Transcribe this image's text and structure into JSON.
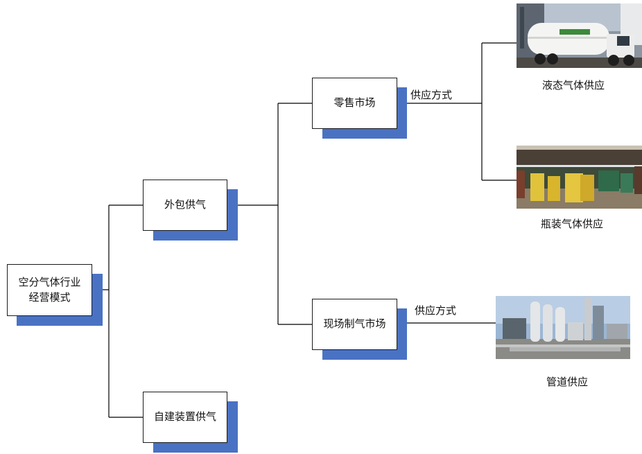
{
  "root": {
    "line1": "空分气体行业",
    "line2": "经营模式"
  },
  "level1": {
    "outsourced": "外包供气",
    "self_built": "自建装置供气"
  },
  "level2": {
    "retail": "零售市场",
    "onsite": "现场制气市场"
  },
  "edge_labels": {
    "retail_mode": "供应方式",
    "onsite_mode": "供应方式"
  },
  "outcomes": {
    "liquid": "液态气体供应",
    "bottled": "瓶装气体供应",
    "pipeline": "管道供应"
  },
  "photos": {
    "liquid": "liquid-gas-tanker-truck-photo",
    "bottled": "gas-cylinder-rack-photo",
    "pipeline": "air-separation-plant-photo"
  },
  "colors": {
    "shadow": "#4a72c3",
    "border": "#1a1a1a",
    "line": "#000000"
  }
}
